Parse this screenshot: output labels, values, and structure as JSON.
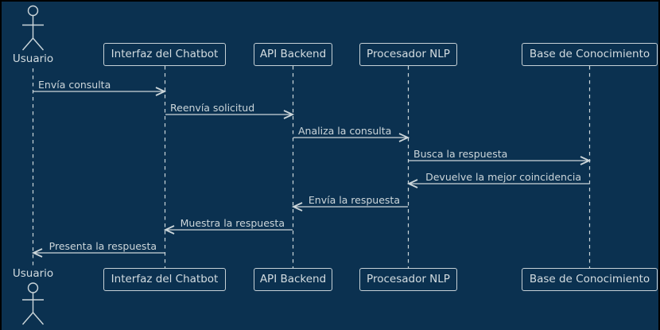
{
  "diagram": {
    "type": "uml-sequence",
    "colors": {
      "background": "#0b3150",
      "line": "#ccd6da",
      "text": "#d3dce0",
      "frame": "#000000"
    },
    "actor": {
      "name": "Usuario"
    },
    "participants": [
      {
        "name": "Interfaz del Chatbot"
      },
      {
        "name": "API Backend"
      },
      {
        "name": "Procesador NLP"
      },
      {
        "name": "Base de Conocimiento"
      }
    ],
    "messages": [
      {
        "label": "Envía consulta",
        "from": "Usuario",
        "to": "Interfaz del Chatbot",
        "direction": "right"
      },
      {
        "label": "Reenvía solicitud",
        "from": "Interfaz del Chatbot",
        "to": "API Backend",
        "direction": "right"
      },
      {
        "label": "Analiza la consulta",
        "from": "API Backend",
        "to": "Procesador NLP",
        "direction": "right"
      },
      {
        "label": "Busca la respuesta",
        "from": "Procesador NLP",
        "to": "Base de Conocimiento",
        "direction": "right"
      },
      {
        "label": "Devuelve la mejor coincidencia",
        "from": "Base de Conocimiento",
        "to": "Procesador NLP",
        "direction": "left"
      },
      {
        "label": "Envía la respuesta",
        "from": "Procesador NLP",
        "to": "API Backend",
        "direction": "left"
      },
      {
        "label": "Muestra la respuesta",
        "from": "API Backend",
        "to": "Interfaz del Chatbot",
        "direction": "left"
      },
      {
        "label": "Presenta la respuesta",
        "from": "Interfaz del Chatbot",
        "to": "Usuario",
        "direction": "left"
      }
    ]
  }
}
